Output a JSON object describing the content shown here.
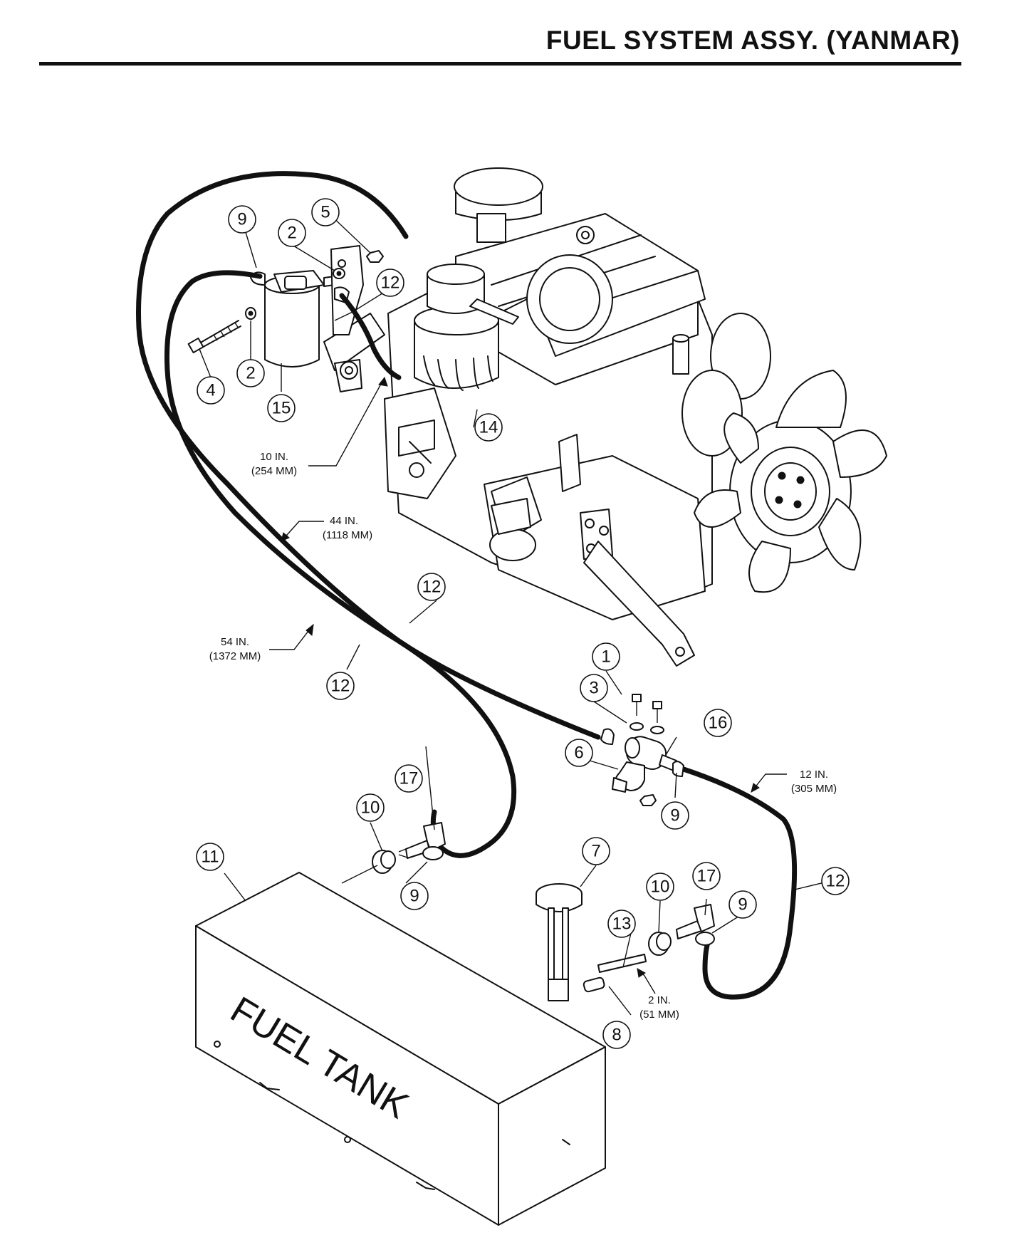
{
  "title": "FUEL SYSTEM ASSY. (YANMAR)",
  "tank_label": "FUEL TANK",
  "callouts": {
    "c1": "1",
    "c2a": "2",
    "c2b": "2",
    "c3": "3",
    "c4": "4",
    "c5": "5",
    "c6": "6",
    "c7": "7",
    "c8": "8",
    "c9a": "9",
    "c9b": "9",
    "c9c": "9",
    "c9d": "9",
    "c10a": "10",
    "c10b": "10",
    "c11": "11",
    "c12a": "12",
    "c12b": "12",
    "c12c": "12",
    "c12d": "12",
    "c13": "13",
    "c14": "14",
    "c15": "15",
    "c16": "16",
    "c17a": "17",
    "c17b": "17"
  },
  "dimensions": {
    "d10": {
      "l1": "10 IN.",
      "l2": "(254 MM)"
    },
    "d44": {
      "l1": "44 IN.",
      "l2": "(1118 MM)"
    },
    "d54": {
      "l1": "54 IN.",
      "l2": "(1372 MM)"
    },
    "d12": {
      "l1": "12 IN.",
      "l2": "(305 MM)"
    },
    "d2": {
      "l1": "2 IN.",
      "l2": "(51 MM)"
    }
  }
}
